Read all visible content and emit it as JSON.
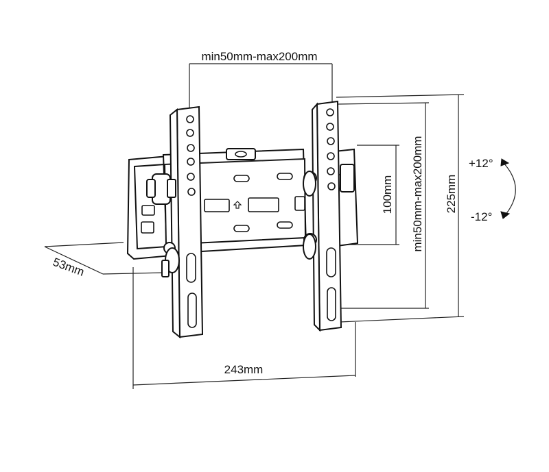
{
  "diagram": {
    "labels": {
      "top_width": "min50mm-max200mm",
      "vert_vesa": "min50mm-max200mm",
      "vert_center": "100mm",
      "height": "225mm",
      "width": "243mm",
      "depth": "53mm",
      "tilt_up": "+12°",
      "tilt_down": "-12°"
    }
  }
}
